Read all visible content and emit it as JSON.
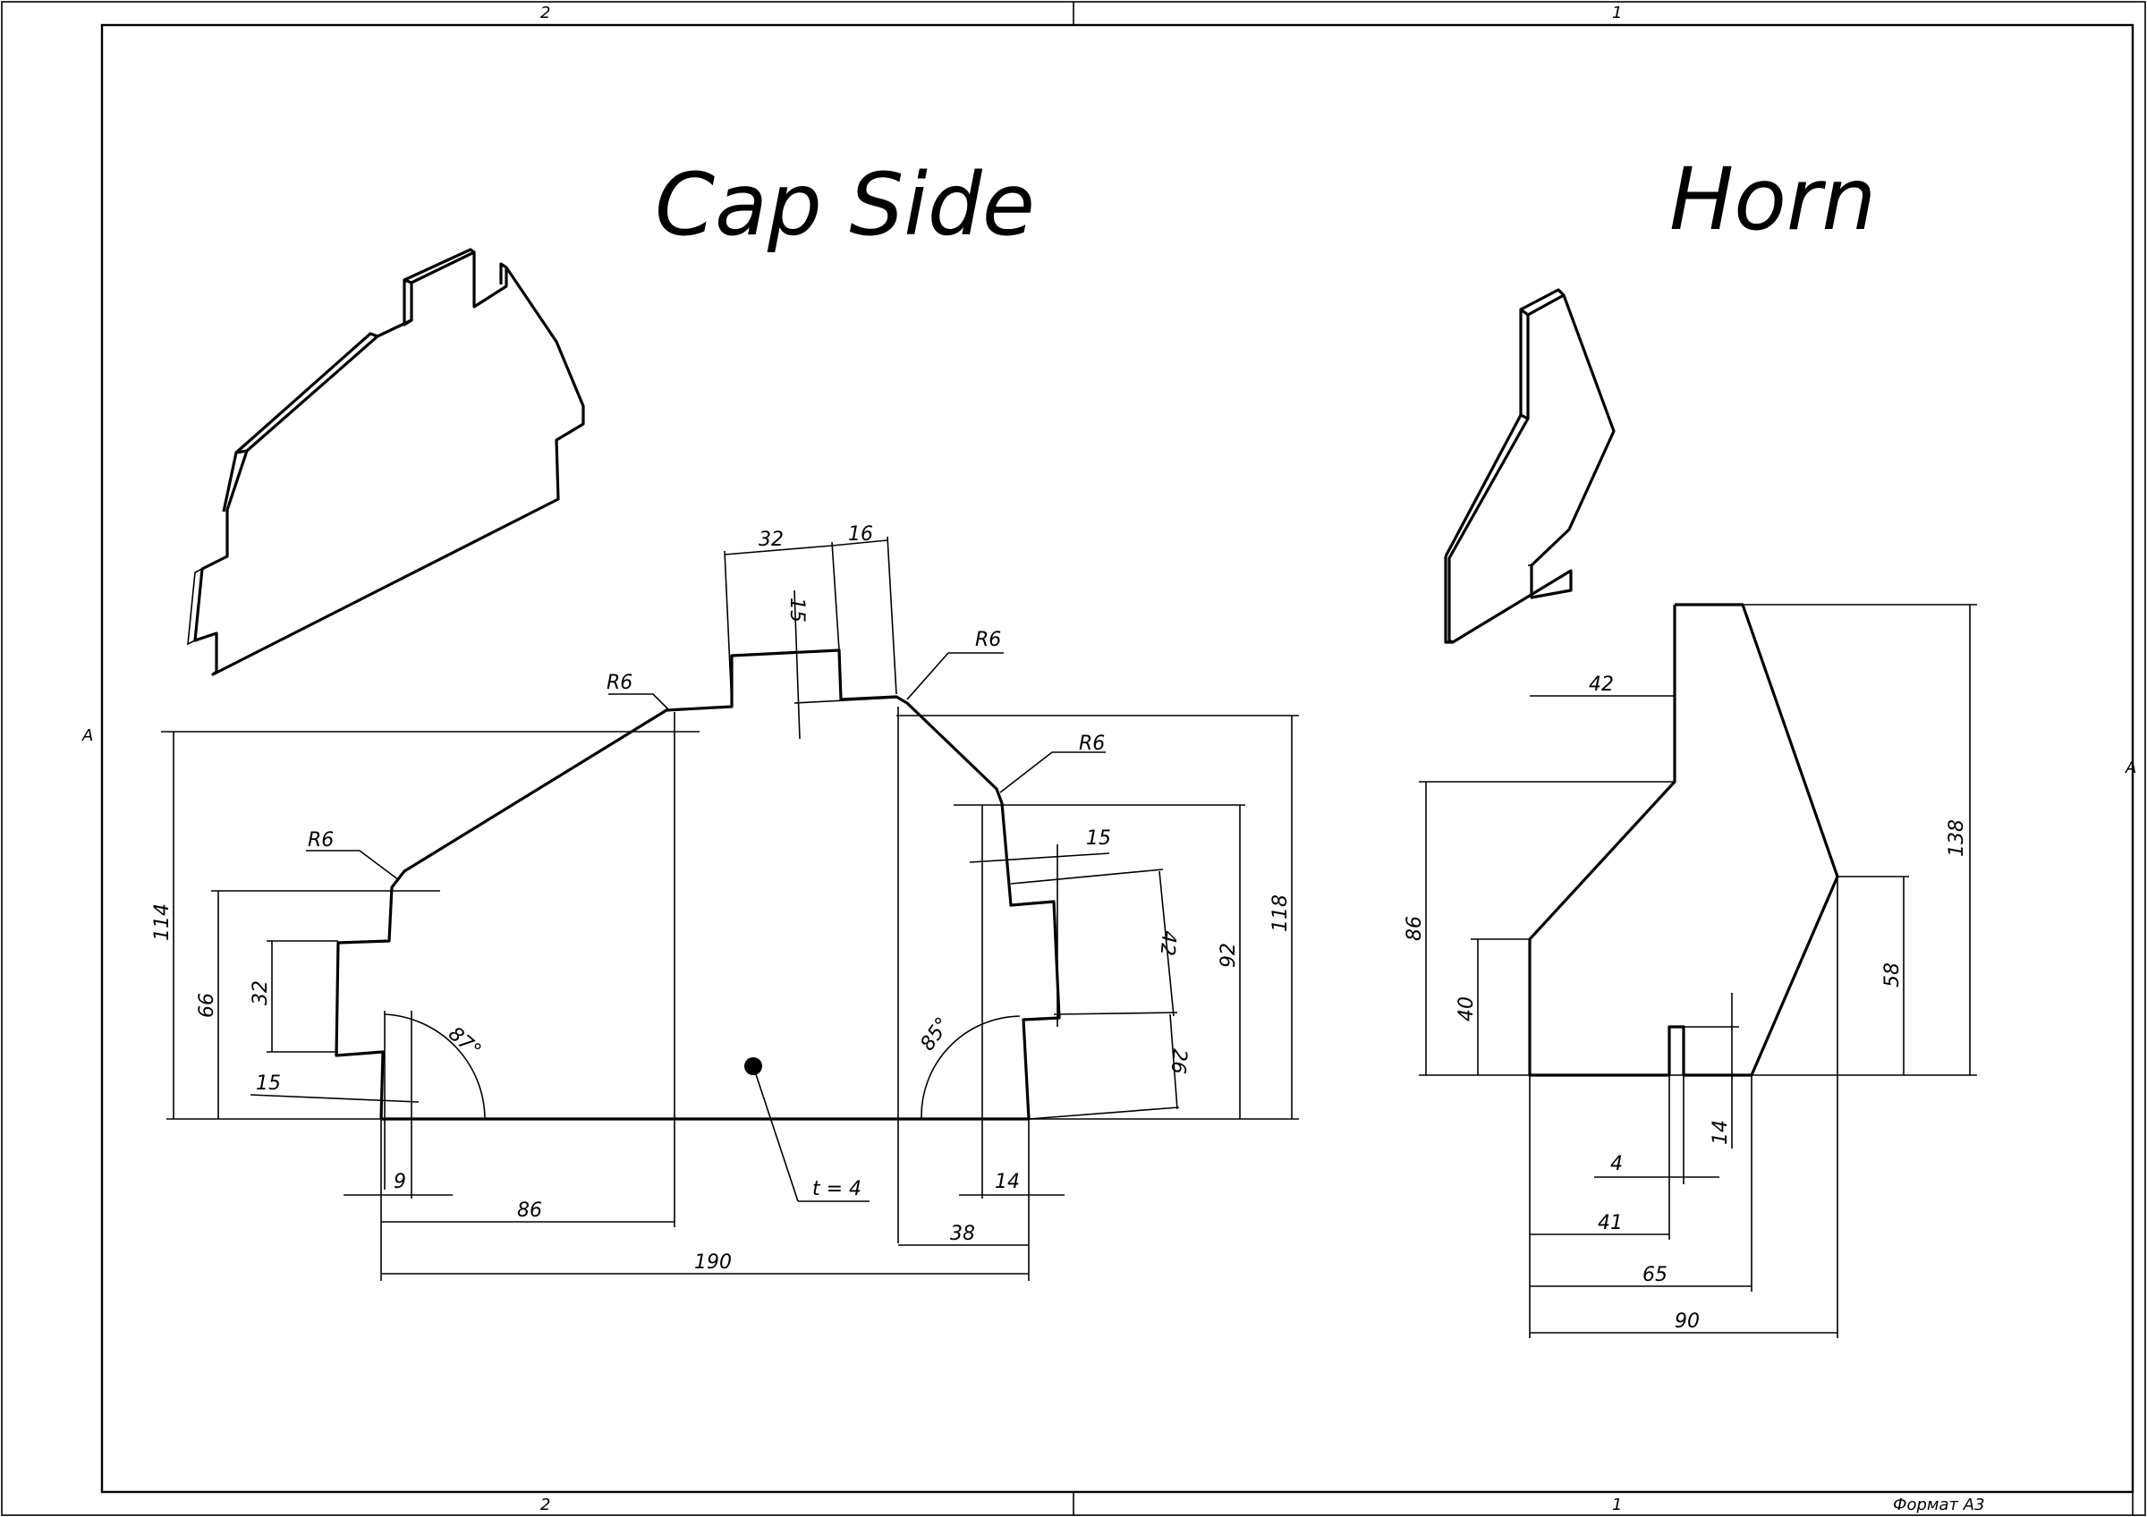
{
  "sheet": {
    "zones_top": [
      "2",
      "1"
    ],
    "zones_bottom": [
      "2",
      "1"
    ],
    "zone_side": "A",
    "format_label": "Формат А3"
  },
  "cap_side": {
    "title": "Cap Side",
    "dims": {
      "d32a": "32",
      "d16": "16",
      "d15top": "15",
      "r6_left_top": "R6",
      "r6_right_top": "R6",
      "r6_right_mid": "R6",
      "r6_left_mid": "R6",
      "d114": "114",
      "d66": "66",
      "d32b": "32",
      "d15left": "15",
      "a87": "87°",
      "a85": "85°",
      "d15right": "15",
      "d42": "42",
      "d26": "26",
      "d92": "92",
      "d118": "118",
      "d9": "9",
      "d86": "86",
      "d190": "190",
      "d14": "14",
      "d38": "38",
      "thickness": "t = 4"
    }
  },
  "horn": {
    "title": "Horn",
    "dims": {
      "d42": "42",
      "d86": "86",
      "d40": "40",
      "d138": "138",
      "d58": "58",
      "d14": "14",
      "d4": "4",
      "d41": "41",
      "d65": "65",
      "d90": "90"
    }
  }
}
